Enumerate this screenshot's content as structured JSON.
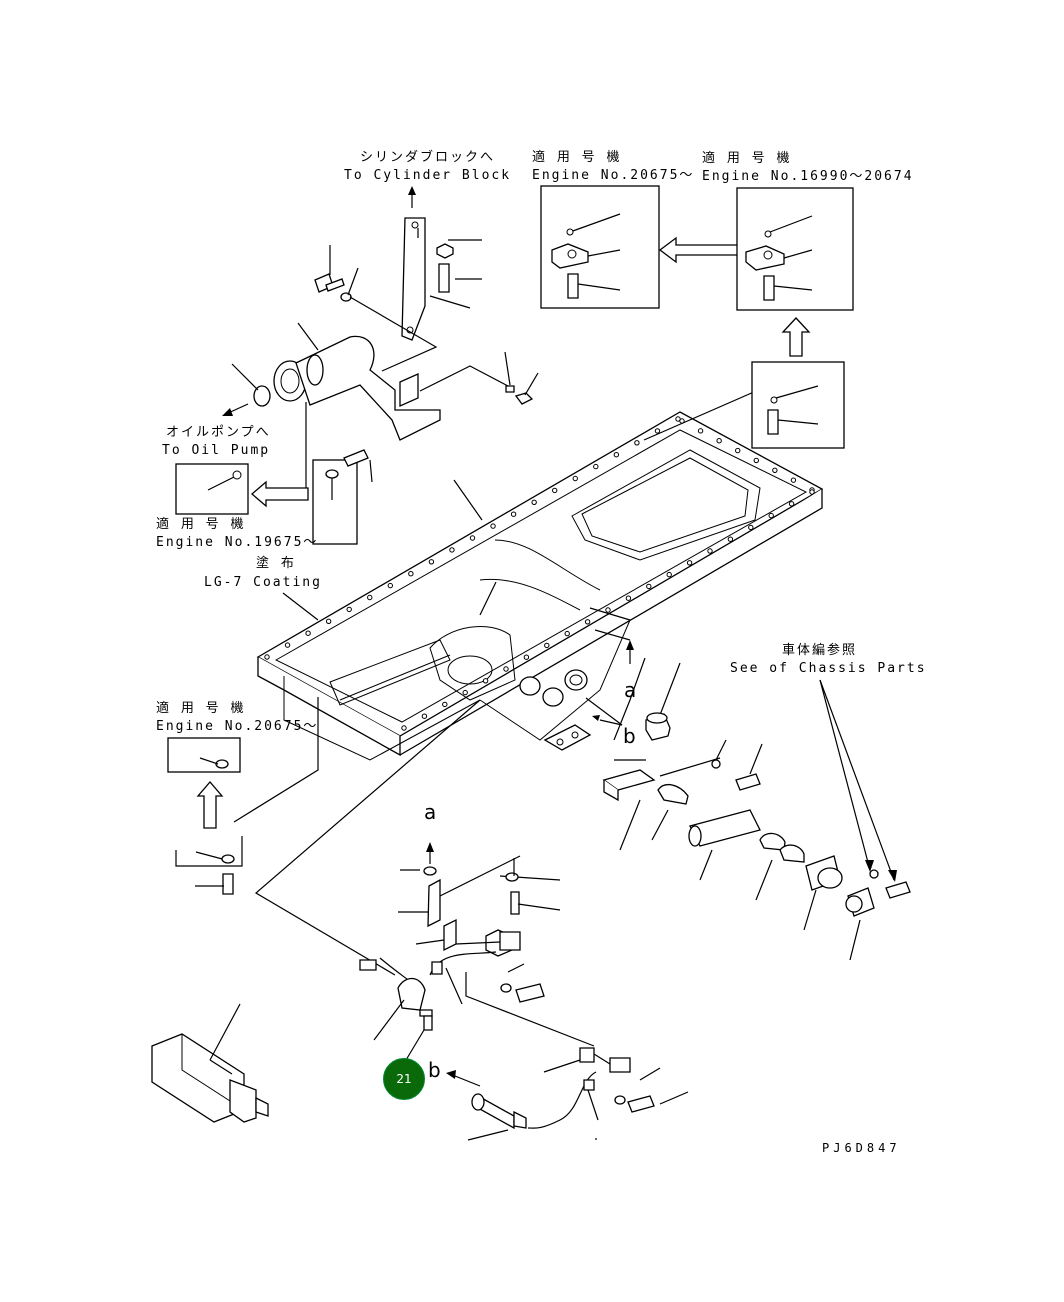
{
  "labels": {
    "cyl_jp": "シリンダブロックへ",
    "cyl_en": "To Cylinder Block",
    "app1_jp": "適 用 号 機",
    "app1_en": "Engine No.20675～",
    "app2_jp": "適 用 号 機",
    "app2_en": "Engine No.16990～20674",
    "oil_jp": "オイルポンプへ",
    "oil_en": "To Oil Pump",
    "app3_jp": "適 用 号 機",
    "app3_en": "Engine No.19675～",
    "coat_jp": "塗 布",
    "coat_en": "LG-7 Coating",
    "app4_jp": "適 用 号 機",
    "app4_en": "Engine No.20675～",
    "chassis_jp": "車体編参照",
    "chassis_en": "See of Chassis Parts",
    "drawing_no": "PJ6D847"
  },
  "letters": {
    "a1": "a",
    "b1": "b",
    "a2": "a",
    "b2": "b"
  },
  "callouts": [
    {
      "number": "21",
      "color": "#0a6a0a"
    }
  ]
}
